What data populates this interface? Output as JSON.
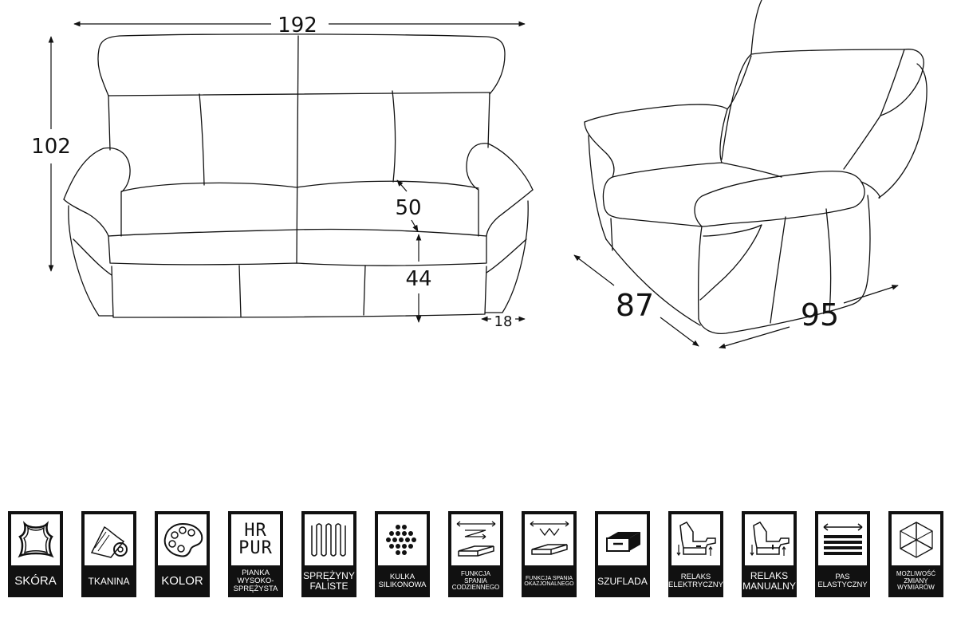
{
  "dimensions": {
    "sofa_width": "192",
    "sofa_height": "102",
    "seat_depth": "50",
    "seat_height": "44",
    "arm_width": "18",
    "chair_depth": "87",
    "chair_width": "95"
  },
  "icons": [
    {
      "name": "skora",
      "icon": "leather-hide-icon",
      "label": "SKÓRA",
      "size": "s-big"
    },
    {
      "name": "tkanina",
      "icon": "fabric-roll-icon",
      "label": "TKANINA",
      "size": "s-med"
    },
    {
      "name": "kolor",
      "icon": "color-palette-icon",
      "label": "KOLOR",
      "size": "s-big"
    },
    {
      "name": "pianka",
      "icon": "hr-pur-foam-icon",
      "label": "PIANKA WYSOKO-SPRĘŻYSTA",
      "art_text": "HR\nPUR",
      "size": "s-sm"
    },
    {
      "name": "sprezyny",
      "icon": "wavy-springs-icon",
      "label": "SPRĘŻYNY FALISTE",
      "size": "s-med"
    },
    {
      "name": "kulka",
      "icon": "silicone-balls-icon",
      "label": "KULKA SILIKONOWA",
      "size": "s-sm"
    },
    {
      "name": "funkcja-codzienna",
      "icon": "daily-sleep-function-icon",
      "label": "FUNKCJA SPANIA CODZIENNEGO",
      "size": "s-xs"
    },
    {
      "name": "funkcja-okazjonalna",
      "icon": "occasional-sleep-function-icon",
      "label": "FUNKCJA SPANIA OKAZJONALNEGO",
      "size": "s-xxs"
    },
    {
      "name": "szuflada",
      "icon": "drawer-icon",
      "label": "SZUFLADA",
      "size": "s-med"
    },
    {
      "name": "relaks-elektryczny",
      "icon": "electric-recliner-icon",
      "label": "RELAKS ELEKTRYCZNY",
      "size": "s-sm"
    },
    {
      "name": "relaks-manualny",
      "icon": "manual-recliner-icon",
      "label": "RELAKS MANUALNY",
      "size": "s-med"
    },
    {
      "name": "pas",
      "icon": "elastic-belt-icon",
      "label": "PAS ELASTYCZNY",
      "size": "s-sm"
    },
    {
      "name": "mozliwosc",
      "icon": "dimension-change-cube-icon",
      "label": "MOŻLIWOŚĆ ZMIANY WYMIARÓW",
      "size": "s-xs"
    }
  ]
}
